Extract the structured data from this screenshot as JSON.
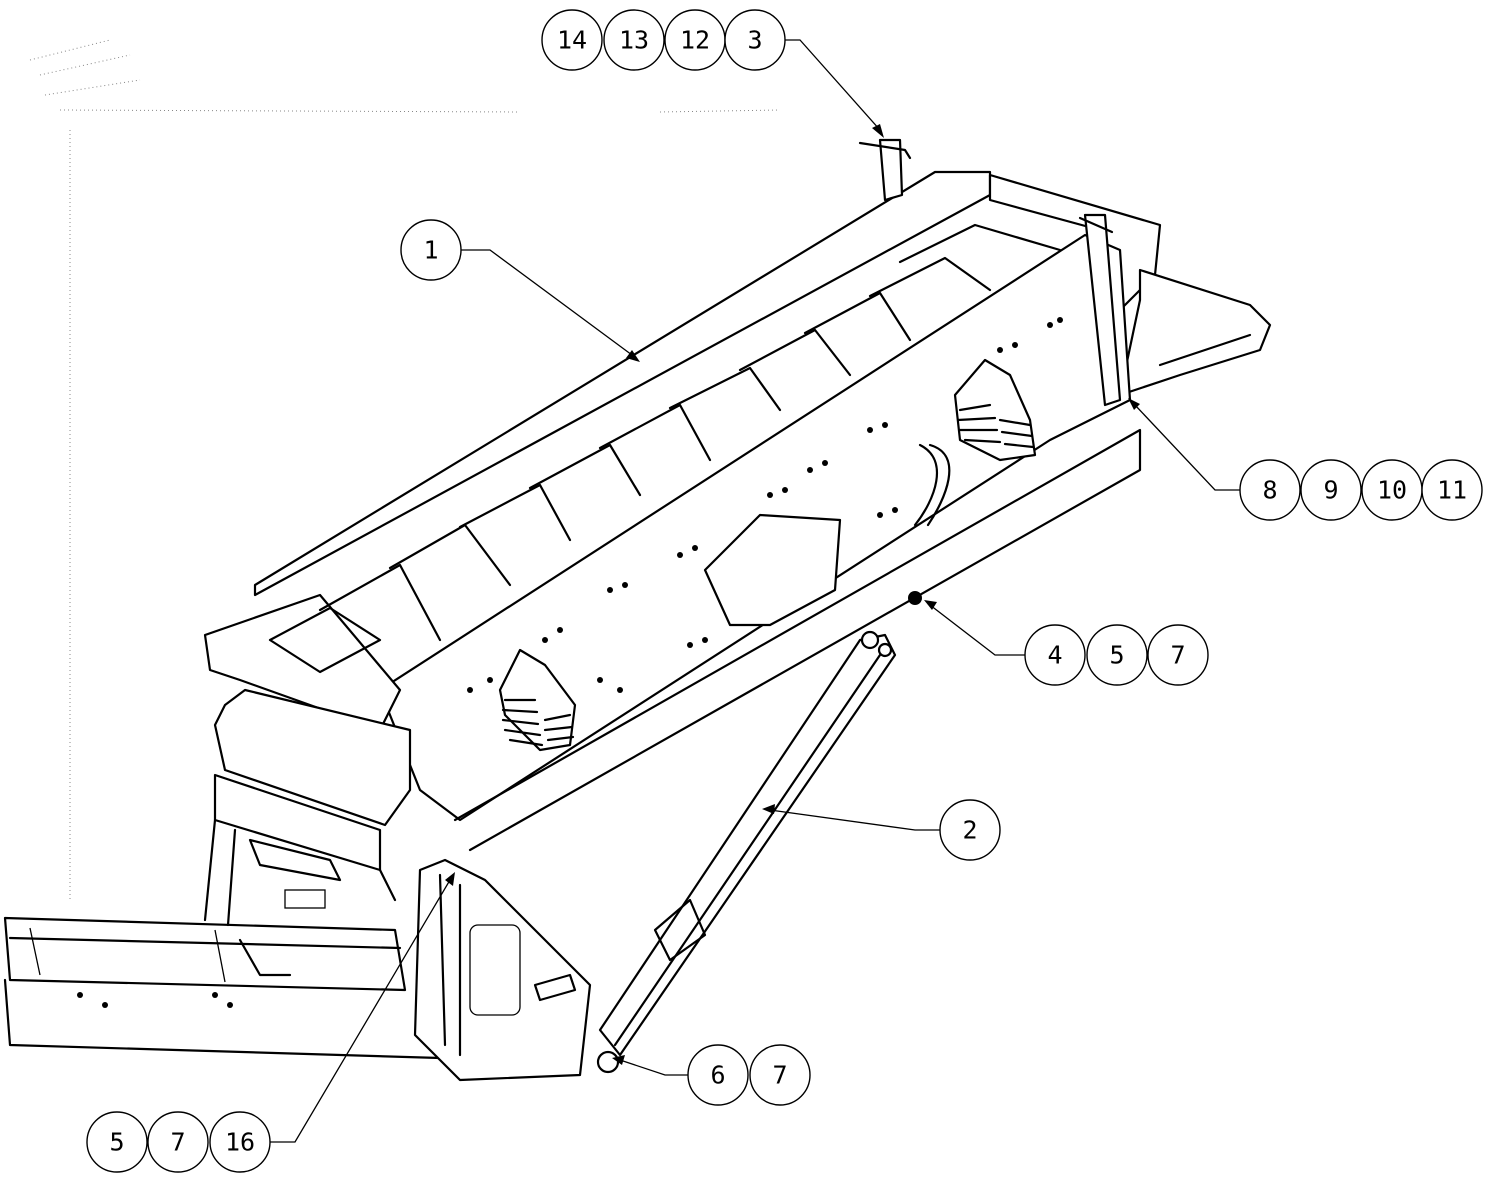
{
  "callouts": [
    {
      "id": "c-14",
      "label": "14"
    },
    {
      "id": "c-13",
      "label": "13"
    },
    {
      "id": "c-12",
      "label": "12"
    },
    {
      "id": "c-3",
      "label": "3"
    },
    {
      "id": "c-1",
      "label": "1"
    },
    {
      "id": "c-8",
      "label": "8"
    },
    {
      "id": "c-9",
      "label": "9"
    },
    {
      "id": "c-10",
      "label": "10"
    },
    {
      "id": "c-11",
      "label": "11"
    },
    {
      "id": "c-4",
      "label": "4"
    },
    {
      "id": "c-5a",
      "label": "5"
    },
    {
      "id": "c-7a",
      "label": "7"
    },
    {
      "id": "c-2",
      "label": "2"
    },
    {
      "id": "c-6",
      "label": "6"
    },
    {
      "id": "c-7b",
      "label": "7"
    },
    {
      "id": "c-5b",
      "label": "5"
    },
    {
      "id": "c-7c",
      "label": "7"
    },
    {
      "id": "c-16",
      "label": "16"
    }
  ],
  "colors": {
    "line": "#000000",
    "background": "#ffffff"
  }
}
